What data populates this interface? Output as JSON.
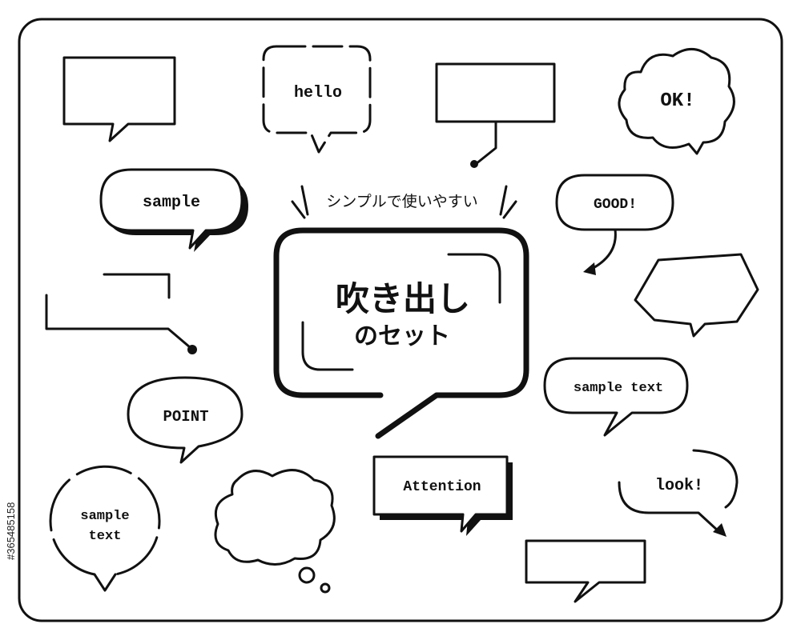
{
  "bubbles": {
    "hello": "hello",
    "ok": "OK!",
    "sample": "sample",
    "good": "GOOD!",
    "title_top": "シンプルで使いやすい",
    "title_main": "吹き出し",
    "title_sub": "のセット",
    "sample_text_right": "sample text",
    "point": "POINT",
    "sample_text_left_1": "sample",
    "sample_text_left_2": "text",
    "attention": "Attention",
    "look": "look!"
  },
  "stock": {
    "id": "#365485158"
  }
}
